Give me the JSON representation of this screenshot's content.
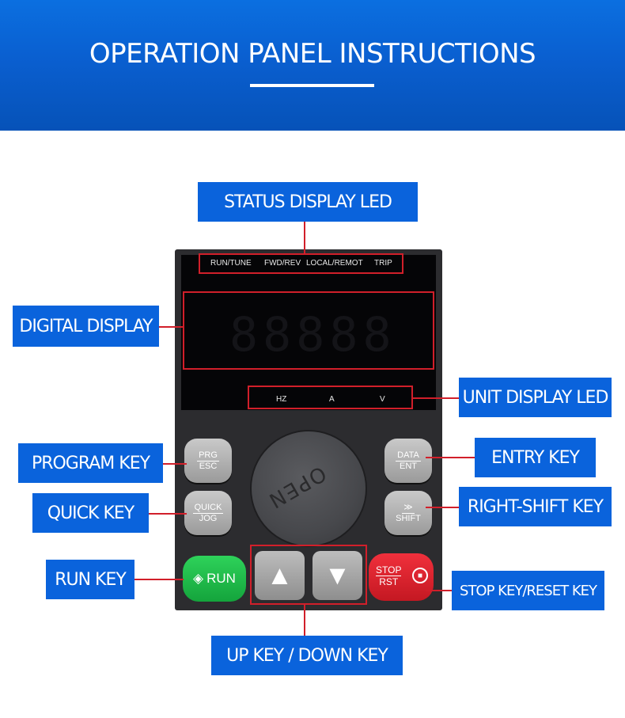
{
  "header": {
    "title": "OPERATION PANEL INSTRUCTIONS"
  },
  "callouts": {
    "status_display_led": "STATUS DISPLAY LED",
    "digital_display": "DIGITAL DISPLAY",
    "unit_display_led": "UNIT DISPLAY LED",
    "program_key": "PROGRAM KEY",
    "entry_key": "ENTRY KEY",
    "quick_key": "QUICK KEY",
    "right_shift_key": "RIGHT-SHIFT KEY",
    "run_key": "RUN KEY",
    "stop_reset_key": "STOP KEY/RESET KEY",
    "up_down_key": "UP KEY / DOWN KEY"
  },
  "panel": {
    "status_leds": [
      "RUN/TUNE",
      "FWD/REV",
      "LOCAL/REMOT",
      "TRIP"
    ],
    "digits": "88888",
    "unit_leds": [
      "HZ",
      "A",
      "V"
    ],
    "keys": {
      "prg_top": "PRG",
      "prg_bottom": "ESC",
      "quick_top": "QUICK",
      "quick_bottom": "JOG",
      "data_top": "DATA",
      "data_bottom": "ENT",
      "shift_top": "≫",
      "shift_bottom": "SHIFT",
      "run_label": "RUN",
      "run_icon": "◈",
      "up_arrow": "▲",
      "down_arrow": "▼",
      "stop_top": "STOP",
      "stop_bottom": "RST",
      "stop_icon": "■"
    },
    "dial_text": "OPEN"
  },
  "colors": {
    "callout_bg": "#0a63dc",
    "leader_line": "#d11f2a",
    "panel_body": "#2c2c2f"
  }
}
